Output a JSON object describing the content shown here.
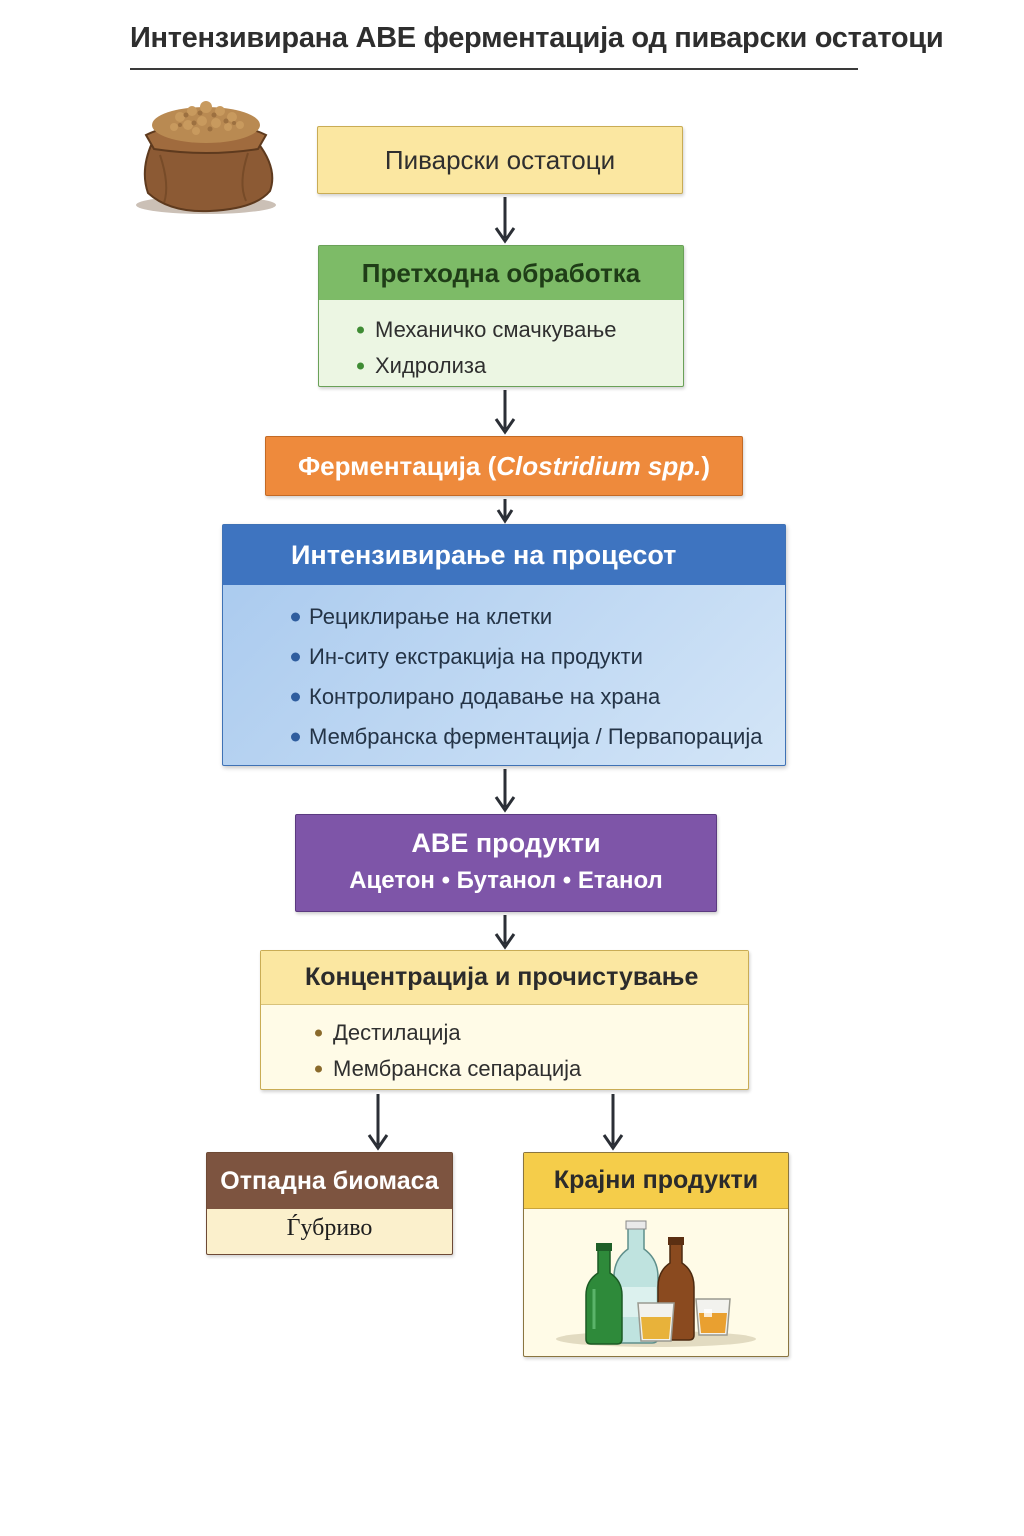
{
  "title": "Интензивирана ABE ферментација од пиварски остатоци",
  "nodes": {
    "raw_material": {
      "label": "Пиварски остатоци"
    },
    "pretreatment": {
      "title": "Претходна обработка",
      "items": [
        "Механичко смачкување",
        "Хидролиза"
      ]
    },
    "fermentation": {
      "label_prefix": "Ферментација (",
      "label_organism": "Clostridium spp.",
      "label_suffix": ")"
    },
    "intensification": {
      "title": "Интензивирање на процесот",
      "items": [
        "Рециклирање на клетки",
        "Ин-ситу екстракција на продукти",
        "Контролирано додавање на храна",
        "Мембранска ферментација / Первапорација"
      ]
    },
    "abe_products": {
      "title": "ABE продукти",
      "subtitle": "Ацетон • Бутанол • Етанол"
    },
    "concentration": {
      "title": "Концентрација и прочистување",
      "items": [
        "Дестилација",
        "Мембранска сепарација"
      ]
    },
    "waste_biomass": {
      "title": "Отпадна биомаса",
      "subtitle": "Ѓубриво"
    },
    "end_products": {
      "title": "Крајни продукти"
    }
  },
  "colors": {
    "raw_material": "#fbe7a1",
    "pretreatment_header": "#7dbb67",
    "fermentation": "#ee8a3c",
    "intensification_header": "#3e74c0",
    "abe_products": "#7e55a8",
    "concentration_header": "#fbe7a1",
    "waste_biomass_header": "#7d5440",
    "end_products_header": "#f5cd4a",
    "arrow": "#2b2f36"
  },
  "icons": [
    "grain-sack-icon",
    "bottles-icon"
  ]
}
